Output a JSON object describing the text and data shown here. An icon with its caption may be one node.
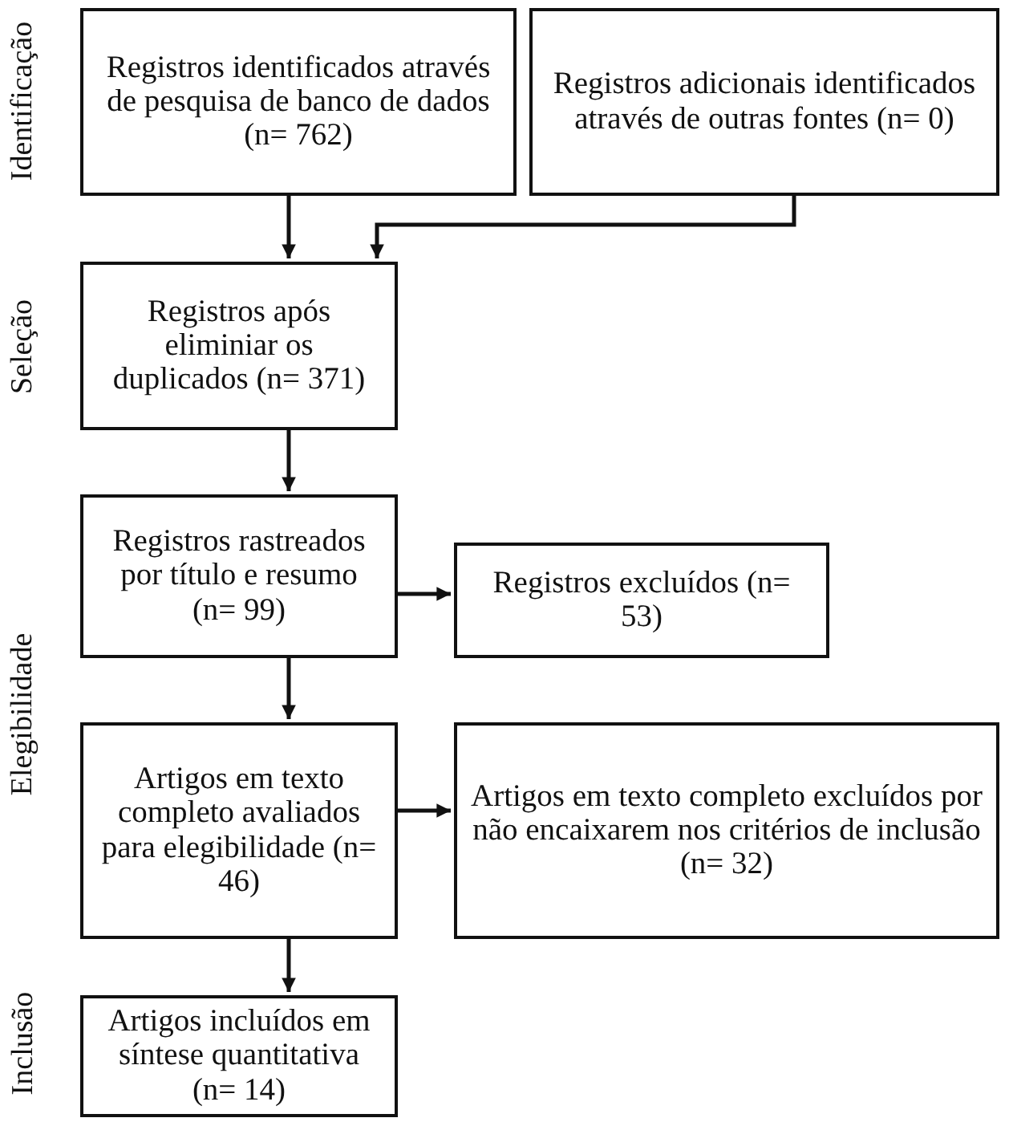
{
  "diagram": {
    "nodes": [
      {
        "text": [
          "Registros identificados através de pesquisa de banco de dados (n= 762)"
        ]
      },
      {
        "text": [
          "Registros adicionais identificados através de outras fontes (n= 0)"
        ]
      },
      {
        "text": [
          "Registros após eliminiar os duplicados (n= 371)"
        ]
      },
      {
        "text": [
          "Registros rastreados por título e resumo (n= 99)"
        ]
      },
      {
        "text": [
          "Registros excluídos (n= 53)"
        ]
      },
      {
        "text": [
          "Artigos em texto completo avaliados para elegibilidade (n= 46)"
        ]
      },
      {
        "text": [
          "Artigos em texto completo excluídos por não encaixarem nos critérios de inclusão (n= 32)"
        ]
      },
      {
        "text": [
          "Artigos incluídos em síntese quantitativa (n= 14)"
        ]
      }
    ],
    "edges": [
      {
        "from": 0,
        "to": 2,
        "arrow": "to"
      },
      {
        "from": 1,
        "to": 2,
        "arrow": "to"
      },
      {
        "from": 2,
        "to": 3,
        "arrow": "to"
      },
      {
        "from": 3,
        "to": 4,
        "arrow": "to"
      },
      {
        "from": 3,
        "to": 5,
        "arrow": "to"
      },
      {
        "from": 5,
        "to": 6,
        "arrow": "to"
      },
      {
        "from": 5,
        "to": 7,
        "arrow": "to"
      }
    ],
    "labels": [
      "Identificação",
      "Seleção",
      "Elegibilidade",
      "Inclusão"
    ]
  }
}
